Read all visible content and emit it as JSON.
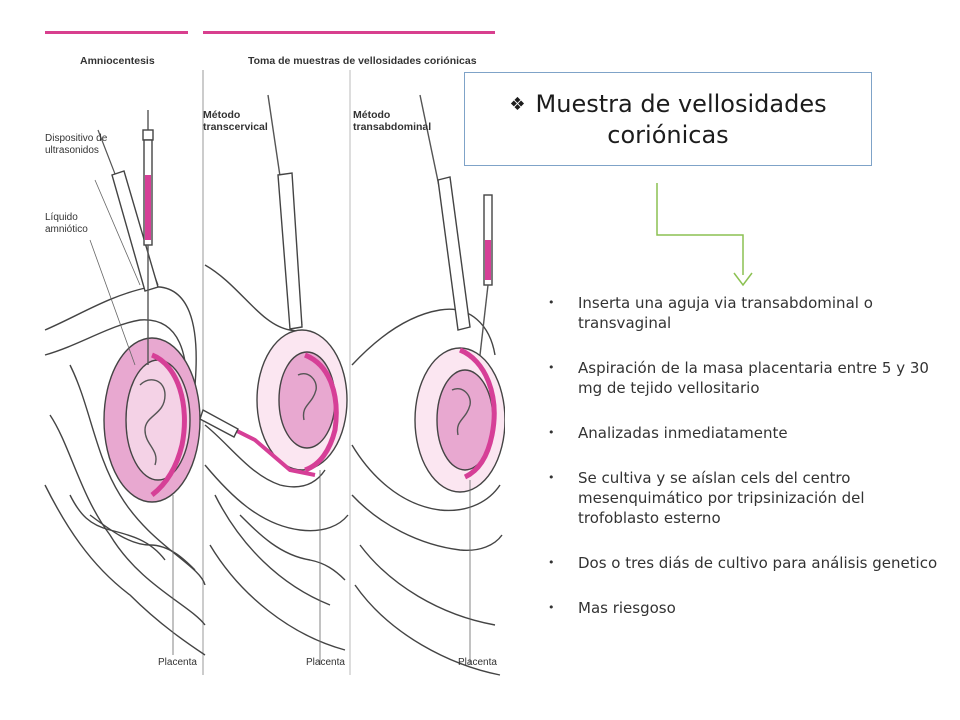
{
  "figure": {
    "panels": [
      {
        "title": "Amniocentesis"
      },
      {
        "title": "Toma de muestras de vellosidades coriónicas"
      }
    ],
    "labels": {
      "dispositivo": "Dispositivo de\nultrasonidos",
      "liquido": "Líquido\namniótico",
      "metodo_transcervical": "Método\ntranscervical",
      "metodo_transabdominal": "Método\ntransabdominal",
      "placenta": "Placenta"
    },
    "colors": {
      "tissue": "#e8a8d0",
      "tissue_dark": "#d63f97",
      "line": "#444444",
      "header_rule": "#d83f8e"
    }
  },
  "title": {
    "bullet_icon": "diamond-bullet-icon",
    "text": "Muestra de vellosidades coriónicas",
    "border_color": "#7fa3c8"
  },
  "connector": {
    "color": "#8cc152"
  },
  "bullets": [
    "Inserta una aguja via transabdominal o transvaginal",
    "Aspiración de la masa placentaria entre 5 y 30 mg de tejido vellositario",
    "Analizadas inmediatamente",
    "Se cultiva y se aíslan cels del centro mesenquimático por tripsinización del trofoblasto esterno",
    "Dos o tres diás de cultivo para análisis genetico",
    "Mas riesgoso"
  ]
}
